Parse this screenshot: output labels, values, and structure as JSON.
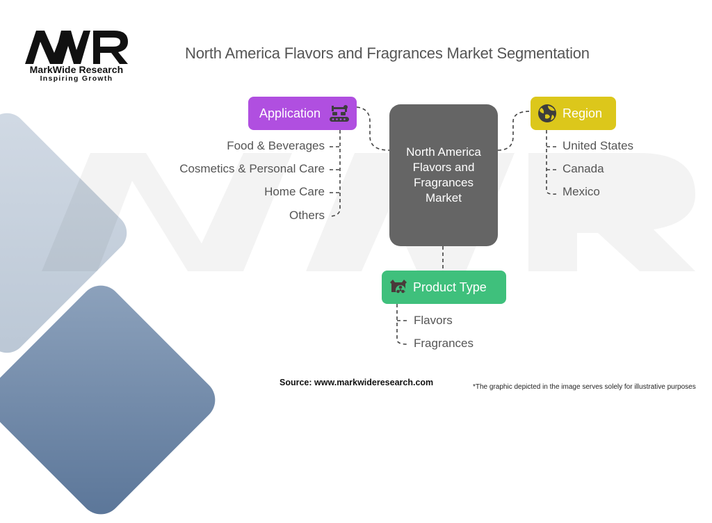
{
  "logo": {
    "mark": "MWR",
    "name": "MarkWide Research",
    "tagline": "Inspiring Growth"
  },
  "title": "North America Flavors and Fragrances Market Segmentation",
  "center": {
    "label": "North America Flavors and Fragrances Market",
    "color": "#656565"
  },
  "segments": [
    {
      "name": "Application",
      "icon": "conveyor-robot-icon",
      "color": "#b04fe0",
      "items": [
        "Food & Beverages",
        "Cosmetics & Personal Care",
        "Home Care",
        "Others"
      ]
    },
    {
      "name": "Region",
      "icon": "globe-icon",
      "color": "#dcc71b",
      "items": [
        "United States",
        "Canada",
        "Mexico"
      ]
    },
    {
      "name": "Product Type",
      "icon": "bottle-flower-icon",
      "color": "#3fc07c",
      "items": [
        "Flavors",
        "Fragrances"
      ]
    }
  ],
  "footer": {
    "source": "Source: www.markwideresearch.com",
    "disclaimer": "*The graphic depicted in the image serves solely for illustrative purposes"
  }
}
